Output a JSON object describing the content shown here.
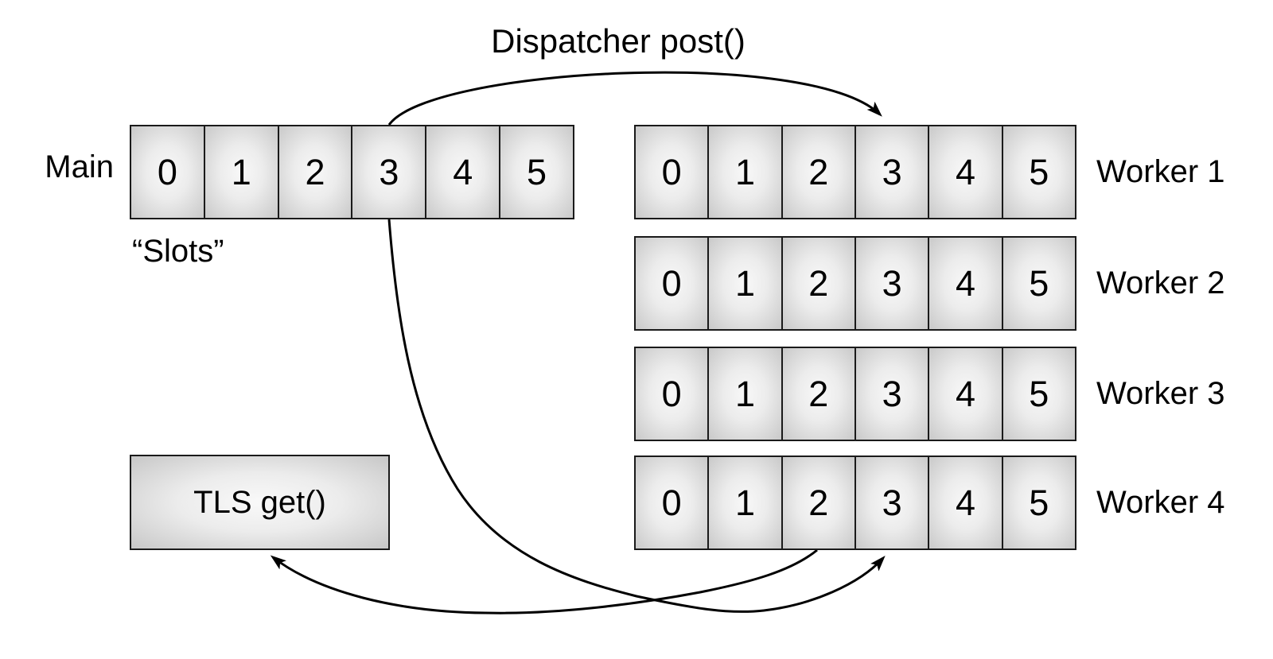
{
  "labels": {
    "dispatcher": "Dispatcher post()",
    "main": "Main",
    "slots": "“Slots”"
  },
  "main": {
    "cells": [
      "0",
      "1",
      "2",
      "3",
      "4",
      "5"
    ]
  },
  "workers": [
    {
      "label": "Worker 1",
      "cells": [
        "0",
        "1",
        "2",
        "3",
        "4",
        "5"
      ]
    },
    {
      "label": "Worker 2",
      "cells": [
        "0",
        "1",
        "2",
        "3",
        "4",
        "5"
      ]
    },
    {
      "label": "Worker 3",
      "cells": [
        "0",
        "1",
        "2",
        "3",
        "4",
        "5"
      ]
    },
    {
      "label": "Worker 4",
      "cells": [
        "0",
        "1",
        "2",
        "3",
        "4",
        "5"
      ]
    }
  ],
  "tls": {
    "label": "TLS get()"
  },
  "arrows": [
    {
      "name": "dispatcher-post-arrow",
      "from": "main-slot-3",
      "to": "worker1-slot-3",
      "label": "Dispatcher post()"
    },
    {
      "name": "main-to-worker4-arrow",
      "from": "main-slot-3",
      "to": "worker4-slot-3",
      "label": ""
    },
    {
      "name": "worker4-to-tls-arrow",
      "from": "worker4-slot-2",
      "to": "tls-get-box",
      "label": ""
    }
  ],
  "colors": {
    "background": "#ffffff",
    "border": "#1a1a1a",
    "arrow": "#000000",
    "cell_fill_center": "#f8f8f8",
    "cell_fill_edge": "#c9c9c9",
    "text": "#000000"
  }
}
